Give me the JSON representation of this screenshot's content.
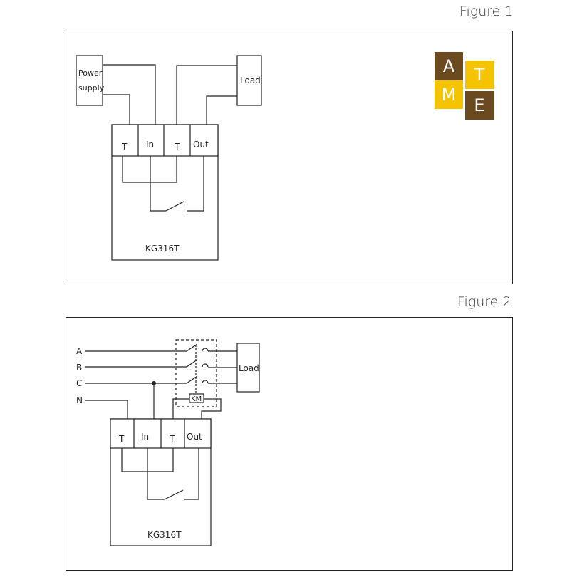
{
  "figure1": {
    "title": "Figure 1",
    "power_supply_line1": "Power",
    "power_supply_line2": "supply",
    "load": "Load",
    "terminals": [
      "T",
      "In",
      "T",
      "Out"
    ],
    "device": "KG316T"
  },
  "figure2": {
    "title": "Figure 2",
    "phases": [
      "A",
      "B",
      "C",
      "N"
    ],
    "load": "Load",
    "contactor": "KM",
    "terminals": [
      "T",
      "In",
      "T",
      "Out"
    ],
    "device": "KG316T"
  },
  "logo": {
    "letters": [
      "A",
      "T",
      "M",
      "E"
    ],
    "colors": {
      "dark": "#6b4a1f",
      "yellow": "#f5c400"
    }
  }
}
